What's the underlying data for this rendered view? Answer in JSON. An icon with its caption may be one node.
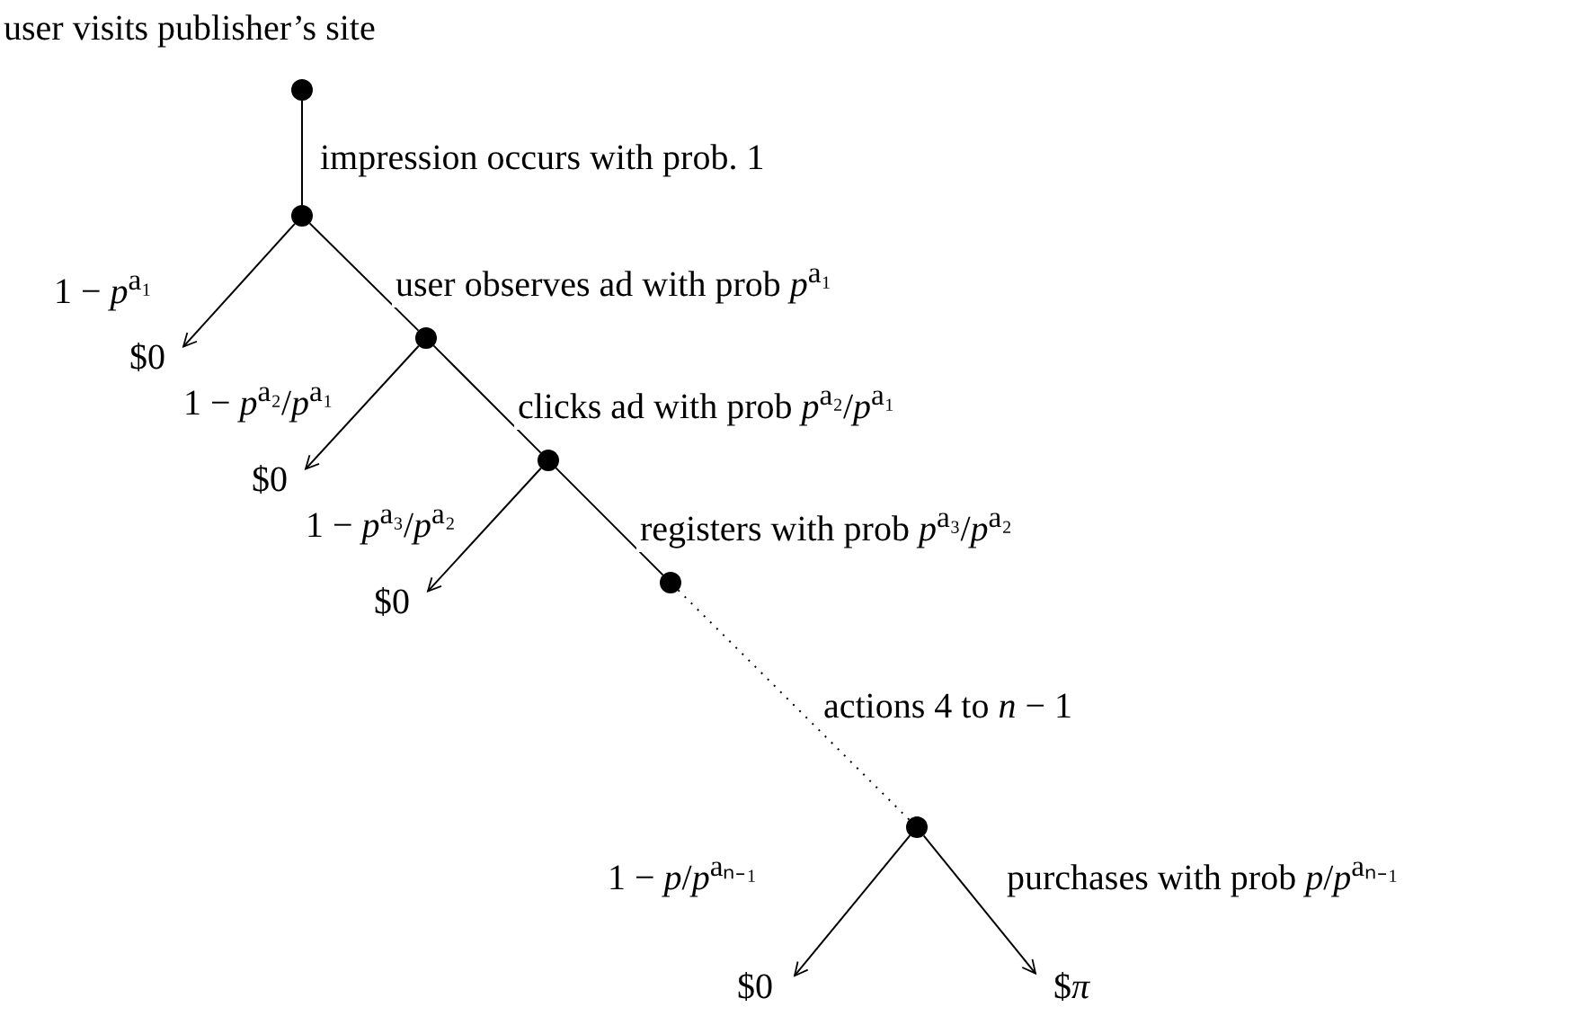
{
  "diagram": {
    "nodes": [
      {
        "text": [],
        "shape": "circle"
      },
      {
        "text": [],
        "shape": "circle"
      },
      {
        "text": [
          "$0"
        ]
      },
      {
        "text": [],
        "shape": "circle"
      },
      {
        "text": [
          "$0"
        ]
      },
      {
        "text": [],
        "shape": "circle"
      },
      {
        "text": [
          "$0"
        ]
      },
      {
        "text": [],
        "shape": "circle"
      },
      {
        "text": [],
        "shape": "circle"
      },
      {
        "text": [
          "$0"
        ]
      },
      {
        "text": [
          "$*π*"
        ]
      }
    ],
    "edges": [
      {
        "from": 0,
        "to": 1,
        "arrow": "none",
        "label": "impression occurs with prob. 1"
      },
      {
        "from": 1,
        "to": 2,
        "arrow": "to",
        "label": "1 − *p*$^{a₁}$"
      },
      {
        "from": 1,
        "to": 3,
        "arrow": "none",
        "label": "user observes ad with prob *p*$^{a₁}$"
      },
      {
        "from": 3,
        "to": 4,
        "arrow": "to",
        "label": "1 − *p*$^{a₂}$/*p*$^{a₁}$"
      },
      {
        "from": 3,
        "to": 5,
        "arrow": "none",
        "label": "clicks ad with prob *p*$^{a₂}$/*p*$^{a₁}$"
      },
      {
        "from": 5,
        "to": 6,
        "arrow": "to",
        "label": "1 − *p*$^{a₃}$/*p*$^{a₂}$"
      },
      {
        "from": 5,
        "to": 7,
        "arrow": "none",
        "label": "registers with prob *p*$^{a₃}$/*p*$^{a₂}$"
      },
      {
        "from": 7,
        "to": 8,
        "arrow": "none",
        "label": "actions 4 to *n* − 1",
        "style": "dashed"
      },
      {
        "from": 8,
        "to": 9,
        "arrow": "to",
        "label": "1 − *p*/*p*$^{aₙ₋₁}$"
      },
      {
        "from": 8,
        "to": 10,
        "arrow": "to",
        "label": "purchases with prob *p*/*p*$^{aₙ₋₁}$"
      }
    ],
    "labels": [
      "user visits publisher’s site"
    ]
  }
}
